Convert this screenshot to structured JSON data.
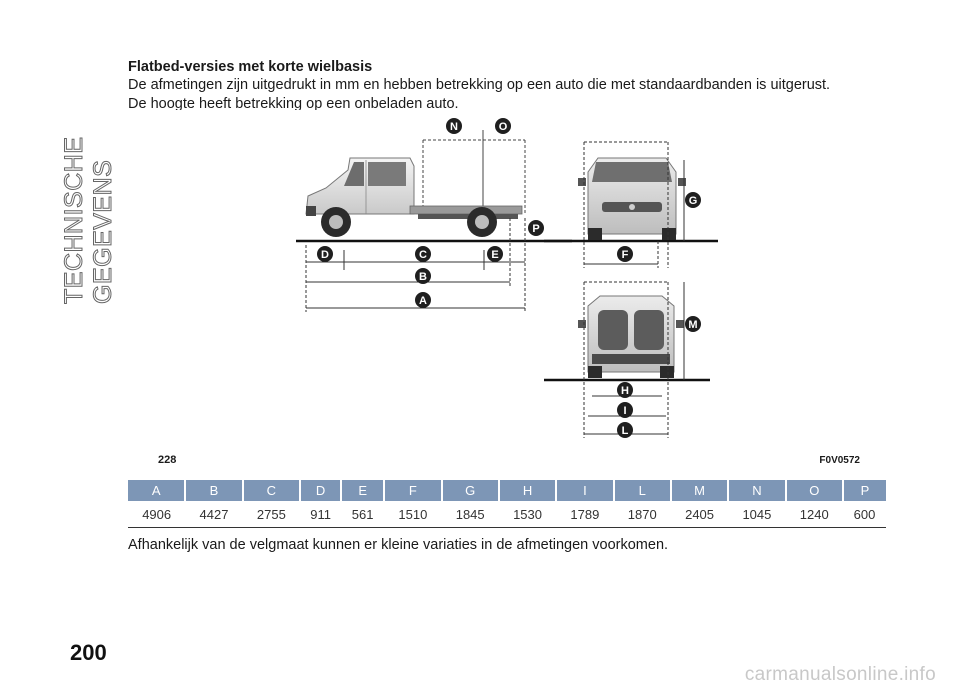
{
  "section_title": "TECHNISCHE GEGEVENS",
  "heading": "Flatbed-versies met korte wielbasis",
  "intro_line1": "De afmetingen zijn uitgedrukt in mm en hebben betrekking op een auto die met standaardbanden is uitgerust.",
  "intro_line2": "De hoogte heeft betrekking op een onbeladen auto.",
  "figure": {
    "number": "228",
    "code": "F0V0572",
    "labels": {
      "N": "N",
      "O": "O",
      "P": "P",
      "G": "G",
      "D": "D",
      "C": "C",
      "E": "E",
      "F": "F",
      "B": "B",
      "A": "A",
      "M": "M",
      "H": "H",
      "I": "I",
      "L": "L"
    }
  },
  "table": {
    "headers": [
      "A",
      "B",
      "C",
      "D",
      "E",
      "F",
      "G",
      "H",
      "I",
      "L",
      "M",
      "N",
      "O",
      "P"
    ],
    "values": [
      "4906",
      "4427",
      "2755",
      "911",
      "561",
      "1510",
      "1845",
      "1530",
      "1789",
      "1870",
      "2405",
      "1045",
      "1240",
      "600"
    ]
  },
  "note": "Afhankelijk van de velgmaat kunnen er kleine variaties in de afmetingen voorkomen.",
  "page_number": "200",
  "watermark": "carmanualsonline.info",
  "colors": {
    "table_header": "#7d96b6",
    "badge": "#1f1f1f"
  }
}
